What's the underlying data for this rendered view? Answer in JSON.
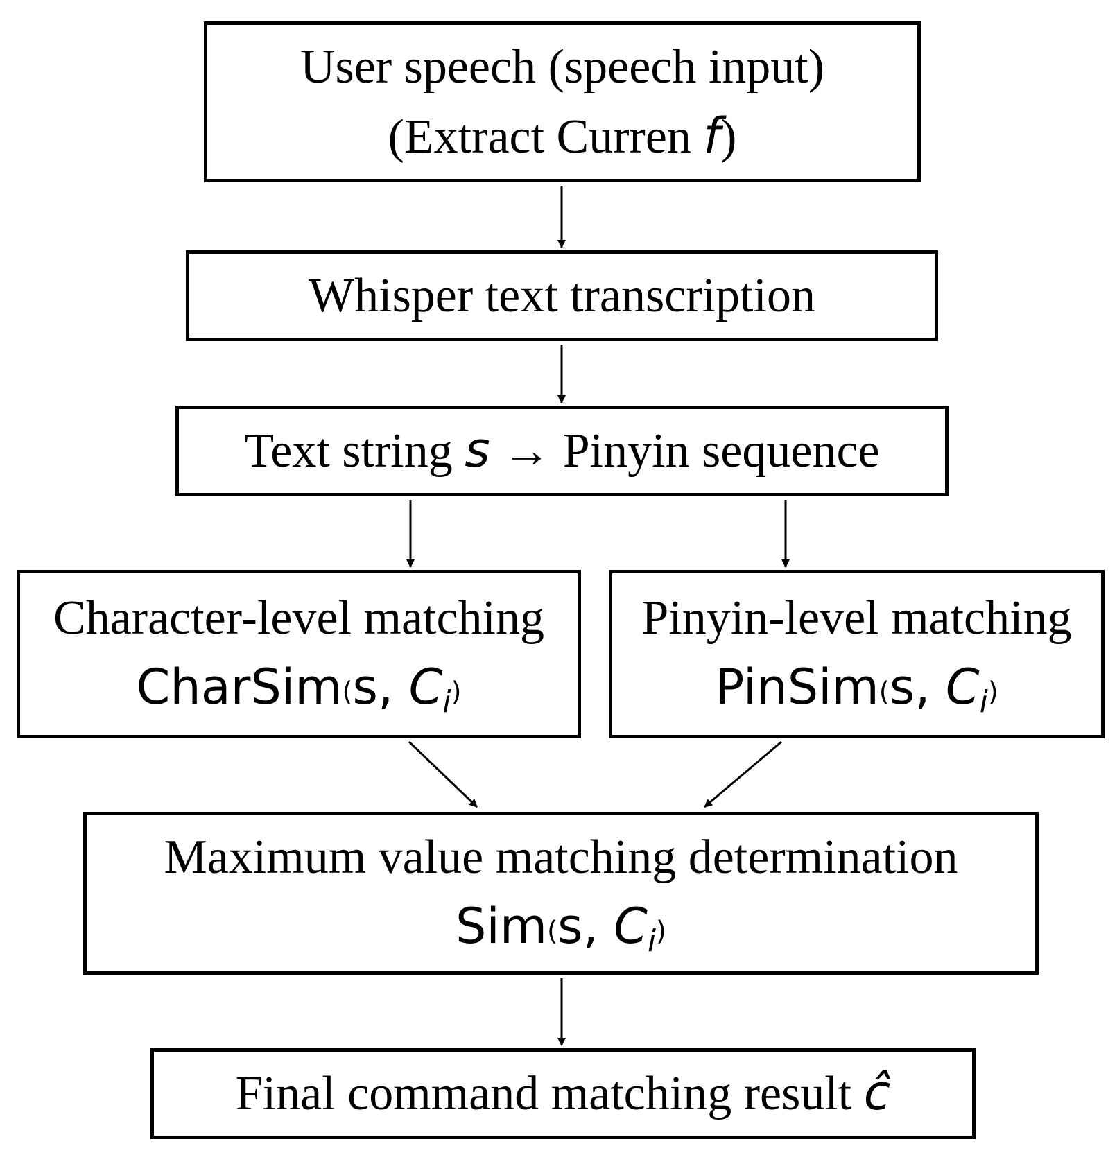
{
  "boxes": {
    "user_speech": {
      "line1": "User speech (speech input)",
      "line2_prefix": "(Extract Curren ",
      "line2_var": "f",
      "line2_suffix": ")"
    },
    "whisper": {
      "text": "Whisper text transcription"
    },
    "text_string": {
      "prefix": "Text string ",
      "var": "s",
      "arrow": " → ",
      "suffix": "Pinyin sequence"
    },
    "char_match": {
      "line1": "Character-level matching",
      "func": "CharSim",
      "open": "(",
      "arg": "s, ",
      "var": "C",
      "sub": "i",
      "close": ")"
    },
    "pinyin_match": {
      "line1": "Pinyin-level matching",
      "func": "PinSim",
      "open": "(",
      "arg": "s, ",
      "var": "C",
      "sub": "i",
      "close": ")"
    },
    "max_value": {
      "line1": "Maximum value matching determination",
      "func": "Sim",
      "open": "(",
      "arg": "s, ",
      "var": "C",
      "sub": "i",
      "close": ")"
    },
    "final": {
      "prefix": "Final command matching result ",
      "var": "ĉ"
    }
  }
}
